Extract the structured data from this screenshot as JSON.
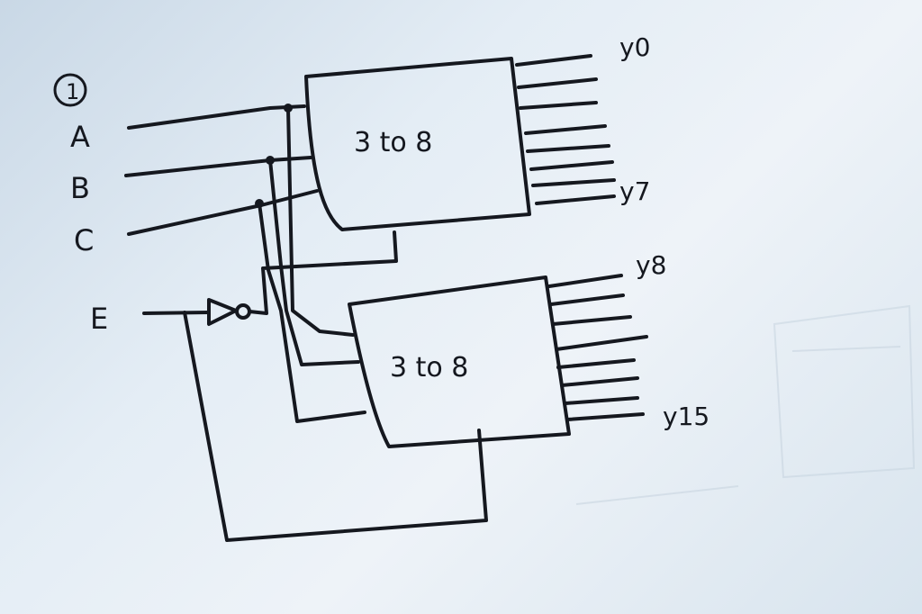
{
  "problem_number": "①",
  "inputs": {
    "a": "A",
    "b": "B",
    "c": "C",
    "e": "E"
  },
  "decoders": {
    "top": {
      "label": "3 to 8"
    },
    "bottom": {
      "label": "3 to 8"
    }
  },
  "outputs": {
    "top_first": "y0",
    "top_last": "y7",
    "bottom_first": "y8",
    "bottom_last": "y15"
  }
}
